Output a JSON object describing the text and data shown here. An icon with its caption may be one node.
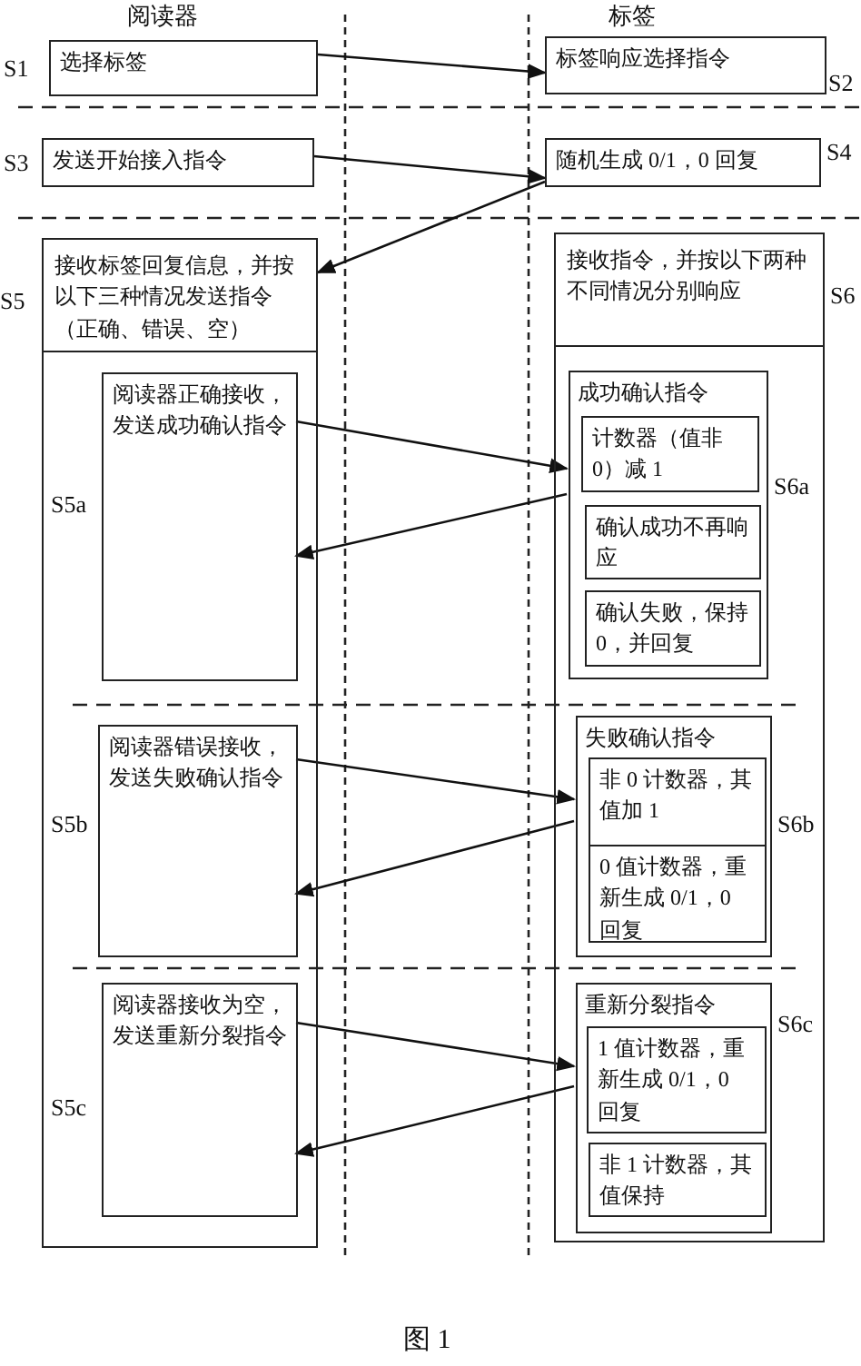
{
  "diagram": {
    "caption": "图 1",
    "nodes": [
      {
        "text": [
          "选择标签"
        ],
        "beside": [
          "S1"
        ]
      },
      {
        "text": [
          "标签响应选择指令"
        ],
        "beside": [
          "S2"
        ]
      },
      {
        "text": [
          "发送开始接入指令"
        ],
        "beside": [
          "S3"
        ]
      },
      {
        "text": [
          "随机生成 0/1，0 回复"
        ],
        "beside": [
          "S4"
        ]
      },
      {
        "text": [
          "接收标签回复信息，并按以下三种情况发送指令（正确、错误、空）"
        ],
        "beside": [
          "S5"
        ]
      },
      {
        "text": [
          "接收指令，并按以下两种不同情况分别响应"
        ],
        "beside": [
          "S6"
        ]
      },
      {
        "text": [
          "阅读器正确接收，发送成功确认指令"
        ],
        "in": 4,
        "beside": [
          "S5a"
        ]
      },
      {
        "text": [
          "成功确认指令"
        ],
        "in": 5,
        "beside": [
          "S6a"
        ]
      },
      {
        "text": [
          "计数器（值非0）减 1"
        ],
        "in": 7
      },
      {
        "text": [
          "确认成功不再响应"
        ],
        "in": 7
      },
      {
        "text": [
          "确认失败，保持 0，并回复"
        ],
        "in": 7
      },
      {
        "text": [
          "阅读器错误接收，发送失败确认指令"
        ],
        "in": 4,
        "beside": [
          "S5b"
        ]
      },
      {
        "text": [
          "失败确认指令"
        ],
        "in": 5,
        "beside": [
          "S6b"
        ]
      },
      {
        "text": [
          "非 0 计数器，其值加 1"
        ],
        "in": 12
      },
      {
        "text": [
          "0 值计数器，重新生成 0/1，0 回复"
        ],
        "in": 12
      },
      {
        "text": [
          "阅读器接收为空，发送重新分裂指令"
        ],
        "in": 4,
        "beside": [
          "S5c"
        ]
      },
      {
        "text": [
          "重新分裂指令"
        ],
        "in": 5,
        "beside": [
          "S6c"
        ]
      },
      {
        "text": [
          "1 值计数器，重新生成 0/1，0 回复"
        ],
        "in": 16
      },
      {
        "text": [
          "非 1 计数器，其值保持"
        ],
        "in": 16
      }
    ],
    "edges": [
      {
        "from": 0,
        "to": 1,
        "arrow": "to"
      },
      {
        "from": 2,
        "to": 3,
        "arrow": "to"
      },
      {
        "from": 3,
        "to": 4,
        "arrow": "to"
      },
      {
        "from": 6,
        "to": 7,
        "arrow": "to"
      },
      {
        "from": 7,
        "to": 6,
        "arrow": "to"
      },
      {
        "from": 11,
        "to": 12,
        "arrow": "to"
      },
      {
        "from": 12,
        "to": 11,
        "arrow": "to"
      },
      {
        "from": 15,
        "to": 16,
        "arrow": "to"
      },
      {
        "from": 16,
        "to": 15,
        "arrow": "to"
      }
    ],
    "labels": [
      "阅读器",
      "标签"
    ]
  }
}
